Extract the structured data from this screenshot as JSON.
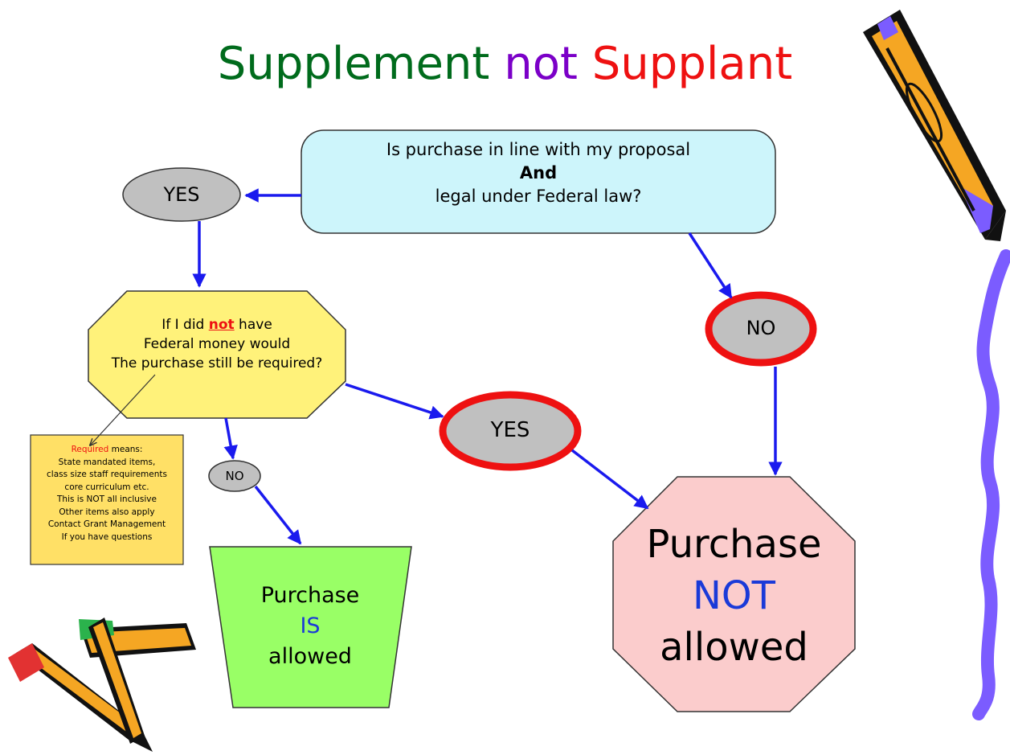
{
  "title": {
    "word1": "Supplement",
    "word2": "not",
    "word3": "Supplant"
  },
  "question_box": {
    "line1": "Is purchase in line with my proposal",
    "line2": "And",
    "line3": "legal under Federal law?"
  },
  "yes_top": "YES",
  "no_top": "NO",
  "octagon_question": {
    "line1_pre": "If I did ",
    "line1_emph": "not",
    "line1_post": " have",
    "line2": "Federal money would",
    "line3": "The purchase still be required?"
  },
  "yes_middle": "YES",
  "no_small": "NO",
  "note": {
    "line1_emph": "Required",
    "line1_post": " means:",
    "lines": [
      "State mandated  items,",
      "class size staff requirements",
      "core curriculum etc.",
      "This is NOT all inclusive",
      "Other items also apply",
      "Contact Grant Management",
      "If you have questions"
    ]
  },
  "allowed_box": {
    "line1": "Purchase",
    "line2": "IS",
    "line3": "allowed"
  },
  "stop_box": {
    "line1": "Purchase",
    "line2": "NOT",
    "line3": "allowed"
  },
  "colors": {
    "arrow": "#1a1aee",
    "question_fill": "#cdf5fb",
    "octagon_fill": "#fff27a",
    "ellipse_fill": "#c0c0c0",
    "ring": "#ee1111",
    "allowed_fill": "#99ff66",
    "stop_fill": "#fbcccc",
    "note_fill": "#ffe066",
    "emph_blue": "#1a3ad8"
  }
}
